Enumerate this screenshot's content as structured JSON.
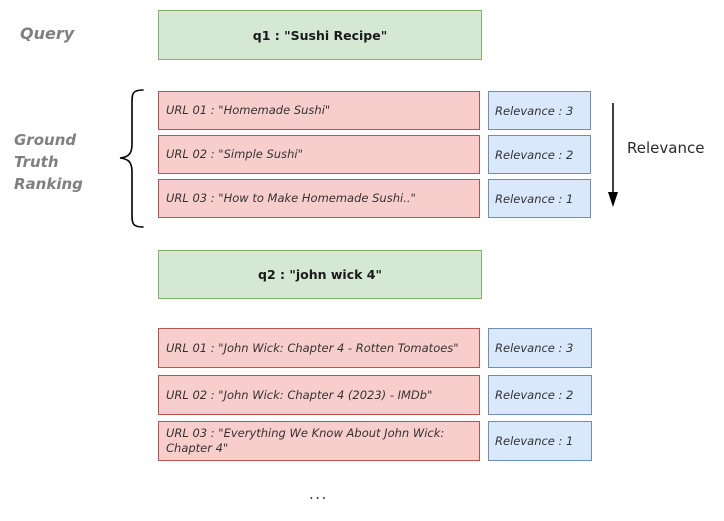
{
  "labels": {
    "query": "Query",
    "ground_truth_lines": [
      "Ground",
      "Truth",
      "Ranking"
    ],
    "relevance_axis": "Relevance",
    "continuation": "..."
  },
  "colors": {
    "query_box_fill": "#d5e8d4",
    "query_box_border": "#82b366",
    "url_box_fill": "#f8cecc",
    "url_box_border": "#b85450",
    "relevance_box_fill": "#dae8fc",
    "relevance_box_border": "#6c8ebf",
    "side_label_gray": "#808080",
    "text_dark": "#333333"
  },
  "queries": [
    {
      "label": "q1 : \"Sushi Recipe\"",
      "results": [
        {
          "url": "URL 01 : \"Homemade Sushi\"",
          "relevance": "Relevance : 3"
        },
        {
          "url": "URL 02 : \"Simple Sushi\"",
          "relevance": "Relevance : 2"
        },
        {
          "url": "URL 03 : \"How to Make Homemade Sushi..\"",
          "relevance": "Relevance : 1"
        }
      ]
    },
    {
      "label": "q2 : \"john wick 4\"",
      "results": [
        {
          "url": "URL 01 : \"John Wick: Chapter 4 - Rotten Tomatoes\"",
          "relevance": "Relevance : 3"
        },
        {
          "url": "URL 02 : \"John Wick: Chapter 4 (2023) - IMDb\"",
          "relevance": "Relevance : 2"
        },
        {
          "url": "URL 03 : \"Everything We Know About John Wick: Chapter 4\"",
          "relevance": "Relevance : 1"
        }
      ]
    }
  ]
}
